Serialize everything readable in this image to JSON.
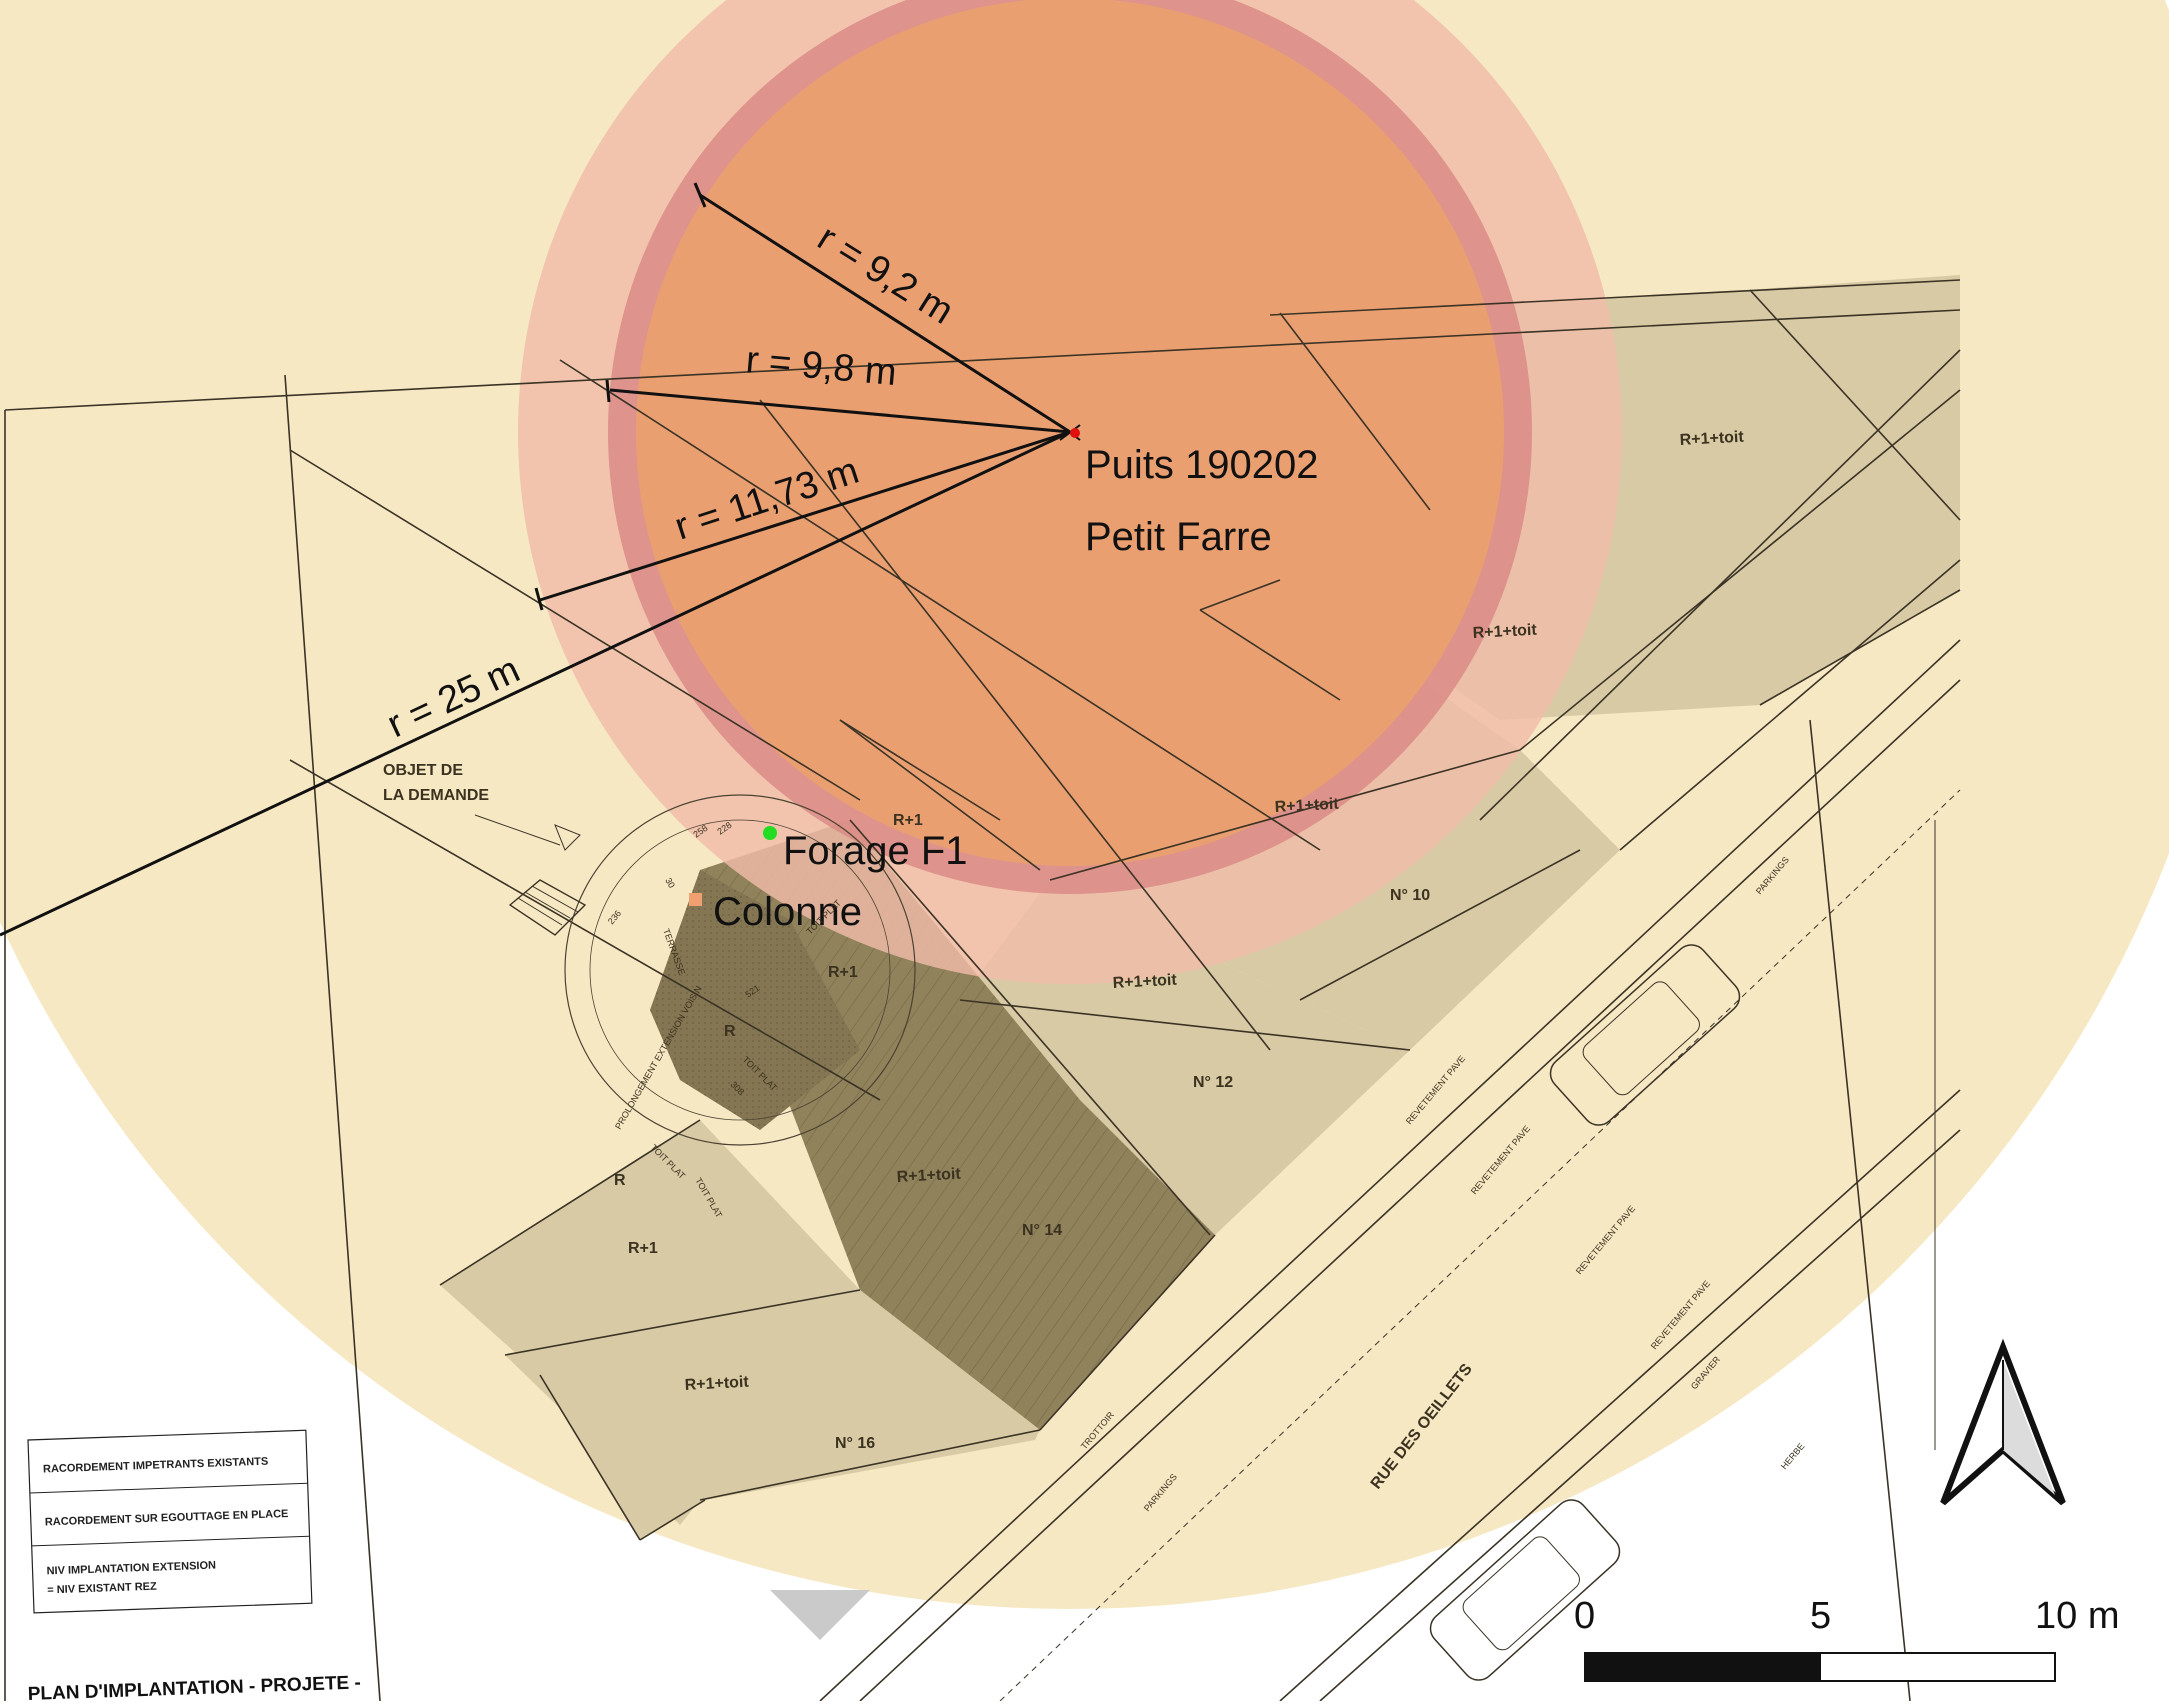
{
  "map": {
    "well": {
      "label_line1": "Puits 190202",
      "label_line2": "Petit Farre"
    },
    "points": [
      {
        "label": "Forage F1",
        "color": "#22dd22"
      },
      {
        "label": "Colonne",
        "color": "#f0a070"
      }
    ],
    "radii": [
      {
        "label": "r = 9,2 m",
        "meters": 9.2
      },
      {
        "label": "r = 9,8 m",
        "meters": 9.8
      },
      {
        "label": "r = 11,73 m",
        "meters": 11.73
      },
      {
        "label": "r = 25 m",
        "meters": 25
      }
    ],
    "zone_colors": {
      "outer_25m": "#f7e8c4",
      "ring_1173": "#f0bca8",
      "ring_98": "#d98a85",
      "core_92": "#eba070",
      "parcel": "#d6c9a3",
      "parcel_dark": "#7e704c"
    },
    "plan_labels": {
      "objet": [
        "OBJET DE",
        "LA DEMANDE"
      ],
      "levels": [
        "R+1+toit",
        "R+1+toit",
        "R+1+toit",
        "R+1",
        "R+1",
        "R+1+toit",
        "R",
        "R+1+toit",
        "R",
        "R+1",
        "R+1+toit"
      ],
      "numbers": [
        "N° 10",
        "N° 12",
        "N° 14",
        "N° 16"
      ],
      "street": "RUE DES OEILLETS",
      "trottoir": "TROTTOIR",
      "parkings": [
        "PARKINGS",
        "PARKINGS"
      ],
      "revetement": [
        "REVETEMENT PAVE",
        "REVETEMENT PAVE",
        "REVETEMENT PAVE",
        "REVETEMENT PAVE"
      ],
      "gravier": "GRAVIER",
      "herbe": "HERBE",
      "terrasse": "TERRASSE",
      "toit_plat": [
        "TOIT PLAT",
        "TOIT PLAT",
        "TOIT PLAT",
        "TOIT PLAT"
      ],
      "extension": "PROLONGEMENT EXTENSION VOISIN",
      "dimensions": [
        "258",
        "228",
        "30",
        "236",
        "521",
        "308"
      ]
    },
    "legend": [
      "RACORDEMENT IMPETRANTS EXISTANTS",
      "RACORDEMENT SUR EGOUTTAGE EN PLACE",
      "NIV IMPLANTATION EXTENSION",
      "= NIV EXISTANT REZ"
    ],
    "title": "PLAN D'IMPLANTATION - PROJETE -",
    "scale_bar": {
      "labels": [
        "0",
        "5",
        "10 m"
      ]
    },
    "north_arrow": "north-arrow"
  }
}
